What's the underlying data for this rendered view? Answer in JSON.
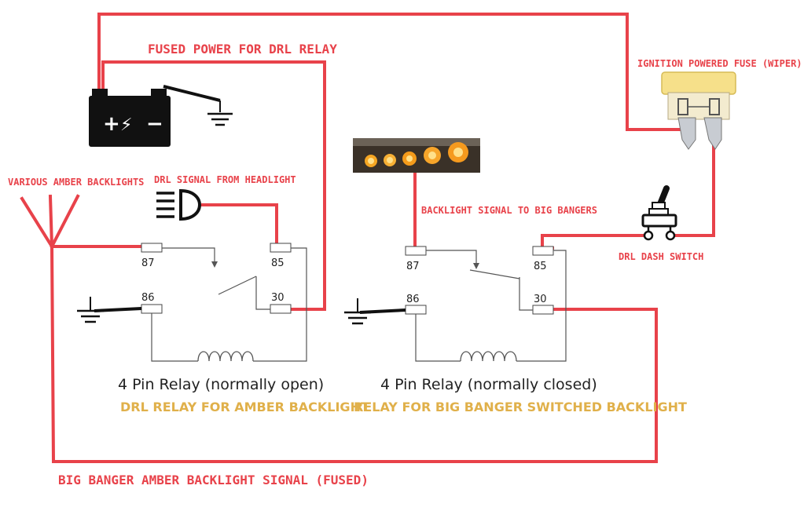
{
  "labels": {
    "fused_power": "FUSED POWER FOR DRL RELAY",
    "ignition_fuse": "IGNITION POWERED FUSE (WIPER)",
    "various_amber": "VARIOUS AMBER BACKLIGHTS",
    "drl_signal": "DRL SIGNAL FROM HEADLIGHT",
    "backlight_signal": "BACKLIGHT SIGNAL TO BIG BANGERS",
    "drl_dash_switch": "DRL DASH SWITCH",
    "big_banger_signal": "BIG BANGER AMBER BACKLIGHT SIGNAL (FUSED)"
  },
  "relay_left": {
    "title": "4 Pin Relay (normally open)",
    "subtitle": "DRL RELAY FOR AMBER BACKLIGHT",
    "pins": {
      "p87": "87",
      "p85": "85",
      "p86": "86",
      "p30": "30"
    }
  },
  "relay_right": {
    "title": "4 Pin Relay (normally closed)",
    "subtitle": "RELAY FOR BIG BANGER SWITCHED BACKLIGHT",
    "pins": {
      "p87": "87",
      "p85": "85",
      "p86": "86",
      "p30": "30"
    }
  },
  "battery": {
    "plus": "+",
    "minus": "−",
    "bolt": "⚡"
  },
  "colors": {
    "wire": "#e8424a",
    "label_red": "#e8424a",
    "label_gold": "#e0b04a",
    "battery": "#111111",
    "fuse_body": "#f6e08a"
  },
  "icons": [
    "battery-icon",
    "ground-icon",
    "headlight-icon",
    "fuse-icon",
    "toggle-switch-icon",
    "light-bar-photo",
    "coil-icon"
  ]
}
